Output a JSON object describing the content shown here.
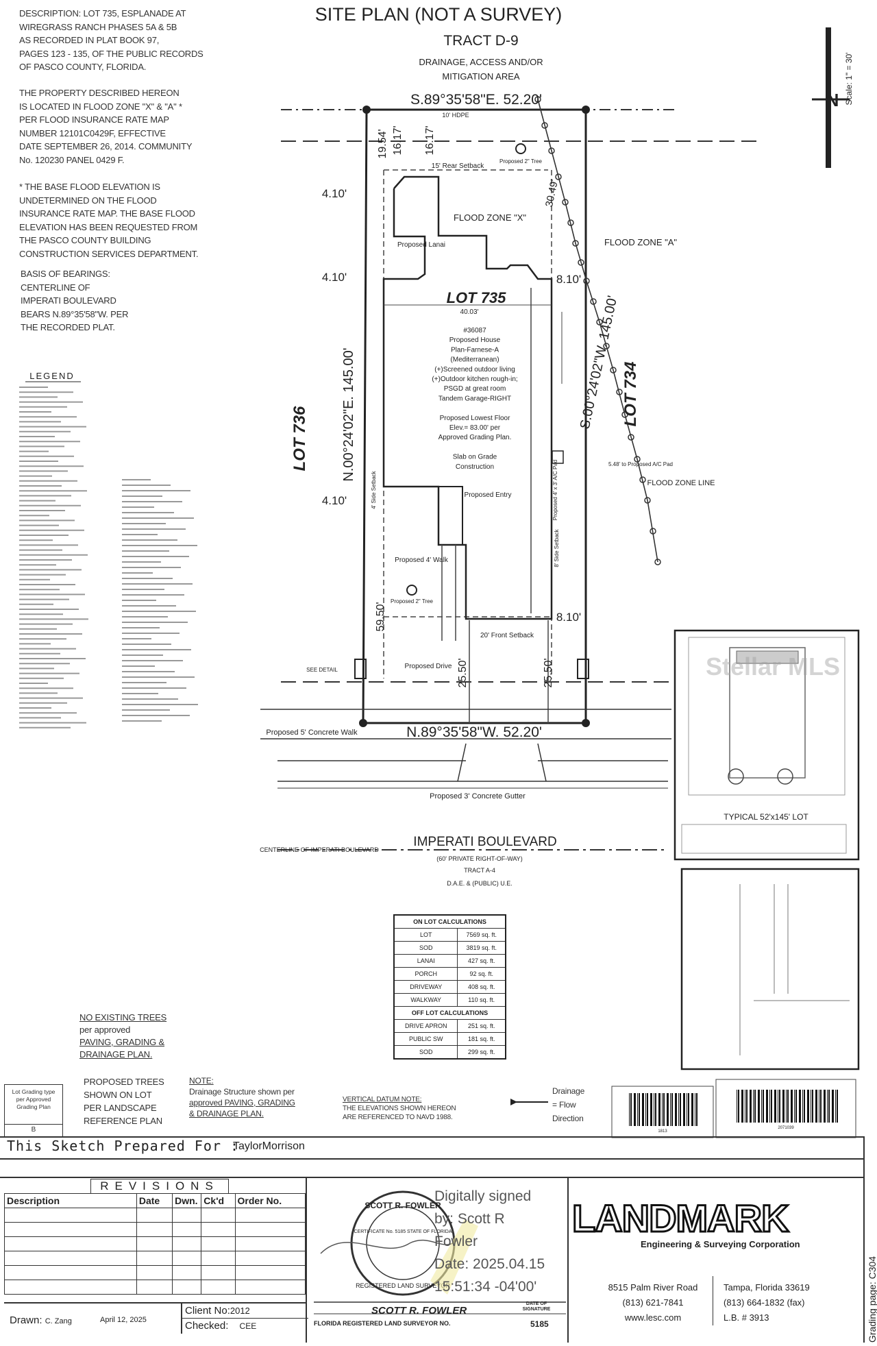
{
  "title": "SITE PLAN (NOT A SURVEY)",
  "scale": "Scale: 1\" = 30'",
  "description_block": [
    "DESCRIPTION: LOT 735, ESPLANADE AT",
    "WIREGRASS RANCH PHASES 5A & 5B",
    "AS RECORDED IN PLAT BOOK 97,",
    "PAGES 123 - 135, OF THE PUBLIC RECORDS",
    "OF PASCO COUNTY, FLORIDA."
  ],
  "flood_block": [
    "THE PROPERTY DESCRIBED HEREON",
    "IS LOCATED IN FLOOD ZONE \"X\" & \"A\" *",
    "PER FLOOD INSURANCE RATE MAP",
    "NUMBER 12101C0429F, EFFECTIVE",
    "DATE SEPTEMBER 26, 2014. COMMUNITY",
    "No. 120230 PANEL 0429 F."
  ],
  "bfe_block": [
    "* THE BASE FLOOD ELEVATION IS",
    "UNDETERMINED ON THE FLOOD",
    "INSURANCE RATE MAP. THE BASE FLOOD",
    "ELEVATION HAS BEEN REQUESTED FROM",
    "THE PASCO COUNTY BUILDING",
    "CONSTRUCTION SERVICES DEPARTMENT."
  ],
  "bearings_block": [
    "BASIS OF BEARINGS:",
    "CENTERLINE OF",
    "IMPERATI BOULEVARD",
    "BEARS N.89°35'58\"W. PER",
    "THE RECORDED PLAT."
  ],
  "legend_title": "LEGEND",
  "plan": {
    "tract": "TRACT D-9",
    "tract_sub_1": "DRAINAGE, ACCESS AND/OR",
    "tract_sub_2": "MITIGATION AREA",
    "top_bearing": "S.89°35'58\"E. 52.20'",
    "bottom_bearing": "N.89°35'58\"W. 52.20'",
    "left_bearing": "N.00°24'02\"E. 145.00'",
    "right_bearing": "S.00°24'02\"W. 145.00'",
    "lot_main": "LOT 735",
    "lot_left": "LOT 736",
    "lot_right": "LOT 734",
    "flood_x": "FLOOD ZONE \"X\"",
    "flood_a": "FLOOD ZONE \"A\"",
    "flood_line": "FLOOD ZONE LINE",
    "lanai": "Proposed Lanai",
    "rear_setback": "15' Rear Setback",
    "front_setback": "20' Front Setback",
    "dim_410_a": "4.10'",
    "dim_410_b": "4.10'",
    "dim_410_c": "4.10'",
    "dim_810_a": "8.10'",
    "dim_810_b": "8.10'",
    "dim_1954": "19.54'",
    "dim_1617_a": "16.17'",
    "dim_1617_b": "16.17'",
    "dim_3049": "30.49'",
    "dim_2550_a": "25.50'",
    "dim_2550_b": "25.50'",
    "dim_5950": "59.50'",
    "width_4003": "40.03'",
    "house_lines": [
      "#36087",
      "Proposed House",
      "Plan-Farnese-A",
      "(Mediterranean)",
      "(+)Screened outdoor living",
      "(+)Outdoor kitchen rough-in;",
      "PSGD at great room",
      "Tandem Garage-RIGHT",
      "",
      "Proposed Lowest Floor",
      "Elev.= 83.00' per",
      "Approved Grading Plan.",
      "",
      "Slab on Grade",
      "Construction"
    ],
    "entry": "Proposed Entry",
    "walk": "Proposed 4' Walk",
    "tree_a": "Proposed 2\" Tree",
    "tree_b": "Proposed 2\" Tree",
    "ac_pad": "Proposed 4' x 3' A/C Pad",
    "ac_note": "5.48' to Proposed A/C Pad",
    "drive": "Proposed Drive",
    "side_setback_l": "4' Side Setback",
    "side_setback_r": "8' Side Setback",
    "concrete_walk": "Proposed 5' Concrete Walk",
    "gutter": "Proposed 3' Concrete Gutter",
    "hdpe": "10' HDPE",
    "blvd": "IMPERATI BOULEVARD",
    "blvd_row": "(60' PRIVATE RIGHT-OF-WAY)",
    "blvd_tract": "TRACT A-4",
    "blvd_due": "D.A.E. & (PUBLIC) U.E.",
    "centerline": "CENTERLINE OF IMPERATI BOULEVARD",
    "see_detail": "SEE DETAIL"
  },
  "inset_title": "TYPICAL 52'x145' LOT",
  "calc": {
    "on_title": "ON LOT CALCULATIONS",
    "on_rows": [
      [
        "LOT",
        "7569 sq. ft."
      ],
      [
        "SOD",
        "3819 sq. ft."
      ],
      [
        "LANAI",
        "427 sq. ft."
      ],
      [
        "PORCH",
        "92 sq. ft."
      ],
      [
        "DRIVEWAY",
        "408 sq. ft."
      ],
      [
        "WALKWAY",
        "110 sq. ft."
      ]
    ],
    "off_title": "OFF LOT CALCULATIONS",
    "off_rows": [
      [
        "DRIVE APRON",
        "251 sq. ft."
      ],
      [
        "PUBLIC SW",
        "181 sq. ft."
      ],
      [
        "SOD",
        "299 sq. ft."
      ]
    ]
  },
  "notes": {
    "no_trees": [
      "NO EXISTING TREES",
      "per approved",
      "PAVING, GRADING &",
      "DRAINAGE PLAN."
    ],
    "proposed_trees": [
      "PROPOSED TREES",
      "SHOWN ON LOT",
      "PER LANDSCAPE",
      "REFERENCE PLAN"
    ],
    "note_title": "NOTE:",
    "note_body": [
      "Drainage Structure shown per",
      "approved PAVING, GRADING",
      "& DRAINAGE PLAN."
    ],
    "datum_title": "VERTICAL DATUM NOTE:",
    "datum_body": [
      "THE ELEVATIONS SHOWN HEREON",
      "ARE REFERENCED TO NAVD 1988."
    ],
    "flow": [
      "Drainage",
      "= Flow",
      "Direction"
    ],
    "lot_grading": [
      "Lot Grading type",
      "per Approved",
      "Grading Plan"
    ],
    "lot_grading_val": "B"
  },
  "title_block": {
    "prepared_for_label": "This Sketch Prepared For :",
    "prepared_for": "TaylorMorrison",
    "revisions": "REVISIONS",
    "rev_headers": [
      "Description",
      "Date",
      "Dwn.",
      "Ck'd",
      "Order No."
    ],
    "drawn_label": "Drawn:",
    "drawn": "C. Zang",
    "date": "April 12, 2025",
    "client_label": "Client No:",
    "client": "2012",
    "checked_label": "Checked:",
    "checked": "CEE",
    "surveyor": "SCOTT R. FOWLER",
    "surveyor_sub": "FLORIDA REGISTERED LAND SURVEYOR NO.",
    "surveyor_no": "5185",
    "sig_date": "DATE OF SIGNATURE",
    "seal_top": "SCOTT R. FOWLER",
    "seal_mid": "CERTIFICATE No. 5185 STATE OF FLORIDA",
    "seal_bottom": "REGISTERED LAND SURVEYOR",
    "digital": [
      "Digitally signed",
      "by: Scott R",
      "Fowler",
      "Date: 2025.04.15",
      "15:51:34 -04'00'"
    ],
    "company": "LANDMARK",
    "company_sub": "Engineering & Surveying Corporation",
    "addr1": "8515 Palm River Road",
    "addr2": "(813) 621-7841",
    "addr3": "www.lesc.com",
    "city": "Tampa, Florida  33619",
    "fax": "(813) 664-1832 (fax)",
    "lb": "L.B. # 3913",
    "side_text": "Grading page: C304"
  },
  "watermark": "Stellar MLS",
  "barcode_1": "1813",
  "barcode_2": "2071039"
}
